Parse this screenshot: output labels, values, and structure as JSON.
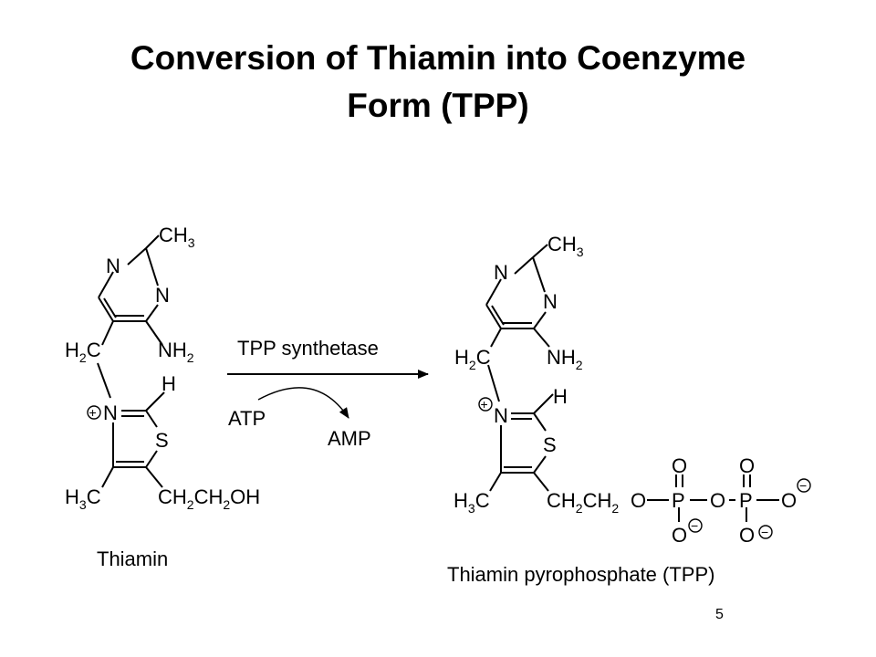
{
  "slide": {
    "title_line_1": "Conversion of Thiamin into Coenzyme",
    "title_line_2": "Form (TPP)",
    "page_number": "5"
  },
  "reaction": {
    "enzyme": "TPP synthetase",
    "cofactor_in": "ATP",
    "cofactor_out": "AMP"
  },
  "reactant": {
    "name": "Thiamin",
    "atoms": {
      "methyl_top": "CH",
      "methyl_top_sub": "3",
      "ring_n1": "N",
      "ring_n3": "N",
      "bridge_ch2": "H",
      "bridge_ch2_sub": "2",
      "bridge_ch2_c": "C",
      "amino": "NH",
      "amino_sub": "2",
      "thiazolium_h": "H",
      "charge": "+",
      "thiazolium_n": "N",
      "sulfur": "S",
      "methyl_bottom": "H",
      "methyl_bottom_sub": "3",
      "methyl_bottom_c": "C",
      "side_chain_a": "CH",
      "side_chain_a_sub": "2",
      "side_chain_b": "CH",
      "side_chain_b_sub": "2",
      "side_chain_end": "OH"
    }
  },
  "product": {
    "name": "Thiamin pyrophosphate (TPP)",
    "atoms": {
      "methyl_top": "CH",
      "methyl_top_sub": "3",
      "ring_n1": "N",
      "ring_n3": "N",
      "bridge_ch2": "H",
      "bridge_ch2_sub": "2",
      "bridge_ch2_c": "C",
      "amino": "NH",
      "amino_sub": "2",
      "thiazolium_h": "H",
      "charge": "+",
      "thiazolium_n": "N",
      "sulfur": "S",
      "methyl_bottom": "H",
      "methyl_bottom_sub": "3",
      "methyl_bottom_c": "C",
      "side_chain_a": "CH",
      "side_chain_a_sub": "2",
      "side_chain_b": "CH",
      "side_chain_b_sub": "2",
      "ester_o": "O",
      "phosphorus_1": "P",
      "bridge_o": "O",
      "phosphorus_2": "P",
      "terminal_o": "O",
      "oxo_1": "O",
      "oxo_2": "O",
      "oxide_1": "O",
      "oxide_2": "O",
      "negative": "−"
    }
  }
}
